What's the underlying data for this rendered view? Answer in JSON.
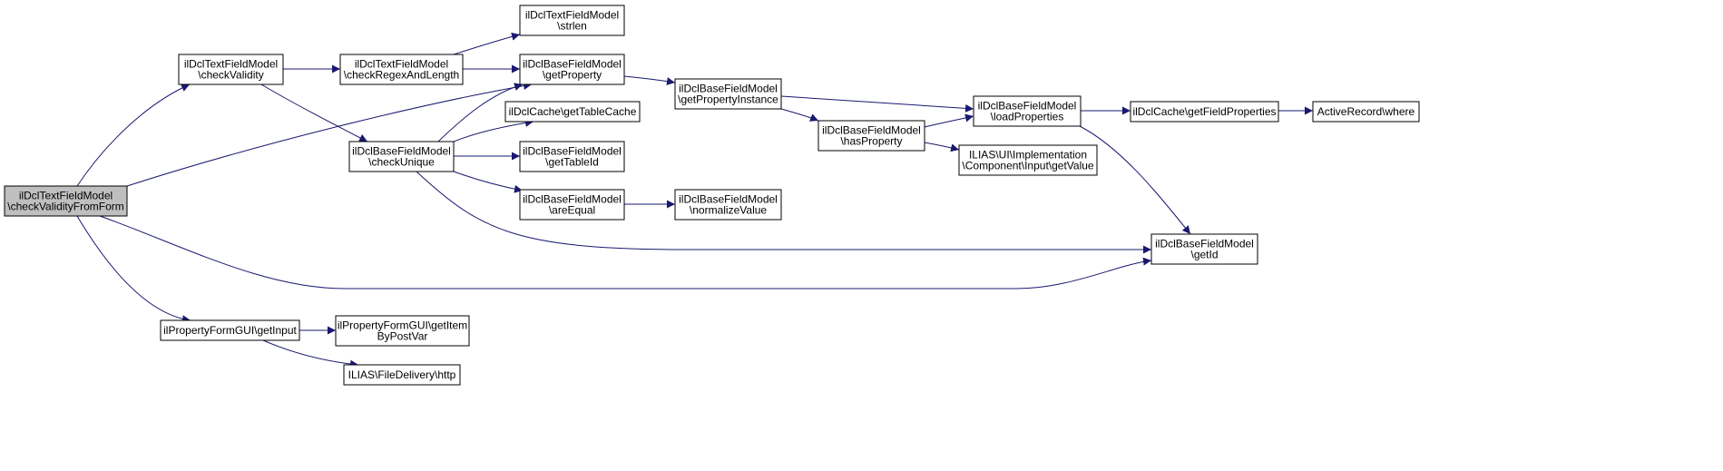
{
  "diagram": {
    "colors": {
      "edge": "#191970",
      "node_border": "#000000",
      "node_fill": "#ffffff",
      "root_fill": "#bfbfbf"
    },
    "nodes": [
      {
        "id": "n0",
        "lines": [
          "ilDclTextFieldModel",
          "\\checkValidityFromForm"
        ],
        "root": true
      },
      {
        "id": "n1",
        "lines": [
          "ilDclTextFieldModel",
          "\\checkValidity"
        ]
      },
      {
        "id": "n2",
        "lines": [
          "ilDclTextFieldModel",
          "\\checkRegexAndLength"
        ]
      },
      {
        "id": "n3",
        "lines": [
          "ilDclTextFieldModel",
          "\\strlen"
        ]
      },
      {
        "id": "n4",
        "lines": [
          "ilDclBaseFieldModel",
          "\\getProperty"
        ]
      },
      {
        "id": "n5",
        "lines": [
          "ilDclBaseFieldModel",
          "\\getPropertyInstance"
        ]
      },
      {
        "id": "n6",
        "lines": [
          "ilDclBaseFieldModel",
          "\\loadProperties"
        ]
      },
      {
        "id": "n7",
        "lines": [
          "ilDclCache\\getFieldProperties"
        ]
      },
      {
        "id": "n8",
        "lines": [
          "ActiveRecord\\where"
        ]
      },
      {
        "id": "n9",
        "lines": [
          "ilDclBaseFieldModel",
          "\\getId"
        ]
      },
      {
        "id": "n10",
        "lines": [
          "ilDclBaseFieldModel",
          "\\hasProperty"
        ]
      },
      {
        "id": "n11",
        "lines": [
          "ILIAS\\UI\\Implementation",
          "\\Component\\Input\\getValue"
        ]
      },
      {
        "id": "n12",
        "lines": [
          "ilDclBaseFieldModel",
          "\\checkUnique"
        ]
      },
      {
        "id": "n13",
        "lines": [
          "ilDclCache\\getTableCache"
        ]
      },
      {
        "id": "n14",
        "lines": [
          "ilDclBaseFieldModel",
          "\\getTableId"
        ]
      },
      {
        "id": "n15",
        "lines": [
          "ilDclBaseFieldModel",
          "\\areEqual"
        ]
      },
      {
        "id": "n16",
        "lines": [
          "ilDclBaseFieldModel",
          "\\normalizeValue"
        ]
      },
      {
        "id": "n17",
        "lines": [
          "ilPropertyFormGUI\\getInput"
        ]
      },
      {
        "id": "n18",
        "lines": [
          "ilPropertyFormGUI\\getItem",
          "ByPostVar"
        ]
      },
      {
        "id": "n19",
        "lines": [
          "ILIAS\\FileDelivery\\http"
        ]
      }
    ],
    "edges": [
      [
        "n0",
        "n1"
      ],
      [
        "n0",
        "n4"
      ],
      [
        "n0",
        "n9"
      ],
      [
        "n0",
        "n17"
      ],
      [
        "n1",
        "n2"
      ],
      [
        "n1",
        "n12"
      ],
      [
        "n2",
        "n3"
      ],
      [
        "n2",
        "n4"
      ],
      [
        "n4",
        "n5"
      ],
      [
        "n5",
        "n6"
      ],
      [
        "n5",
        "n10"
      ],
      [
        "n6",
        "n7"
      ],
      [
        "n6",
        "n9"
      ],
      [
        "n7",
        "n8"
      ],
      [
        "n10",
        "n6"
      ],
      [
        "n10",
        "n11"
      ],
      [
        "n12",
        "n4"
      ],
      [
        "n12",
        "n13"
      ],
      [
        "n12",
        "n14"
      ],
      [
        "n12",
        "n15"
      ],
      [
        "n12",
        "n9"
      ],
      [
        "n15",
        "n16"
      ],
      [
        "n17",
        "n18"
      ],
      [
        "n17",
        "n19"
      ]
    ]
  }
}
